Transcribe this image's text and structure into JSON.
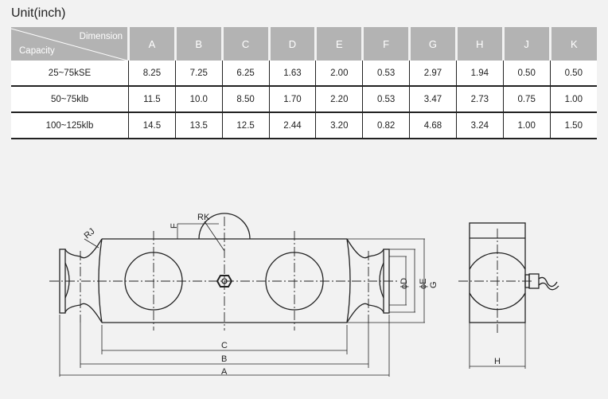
{
  "unit_label": "Unit(inch)",
  "table": {
    "corner_dimension": "Dimension",
    "corner_capacity": "Capacity",
    "columns": [
      "A",
      "B",
      "C",
      "D",
      "E",
      "F",
      "G",
      "H",
      "J",
      "K"
    ],
    "rows": [
      {
        "capacity": "25~75kSE",
        "values": [
          "8.25",
          "7.25",
          "6.25",
          "1.63",
          "2.00",
          "0.53",
          "2.97",
          "1.94",
          "0.50",
          "0.50"
        ]
      },
      {
        "capacity": "50~75klb",
        "values": [
          "11.5",
          "10.0",
          "8.50",
          "1.70",
          "2.20",
          "0.53",
          "3.47",
          "2.73",
          "0.75",
          "1.00"
        ]
      },
      {
        "capacity": "100~125klb",
        "values": [
          "14.5",
          "13.5",
          "12.5",
          "2.44",
          "3.20",
          "0.82",
          "4.68",
          "3.24",
          "1.00",
          "1.50"
        ]
      }
    ]
  },
  "drawing": {
    "labels": {
      "RK": "RK",
      "RJ": "RJ",
      "F": "F",
      "C": "C",
      "B": "B",
      "A": "A",
      "D": "ϕD",
      "E": "ϕE",
      "G": "G",
      "H": "H"
    }
  }
}
